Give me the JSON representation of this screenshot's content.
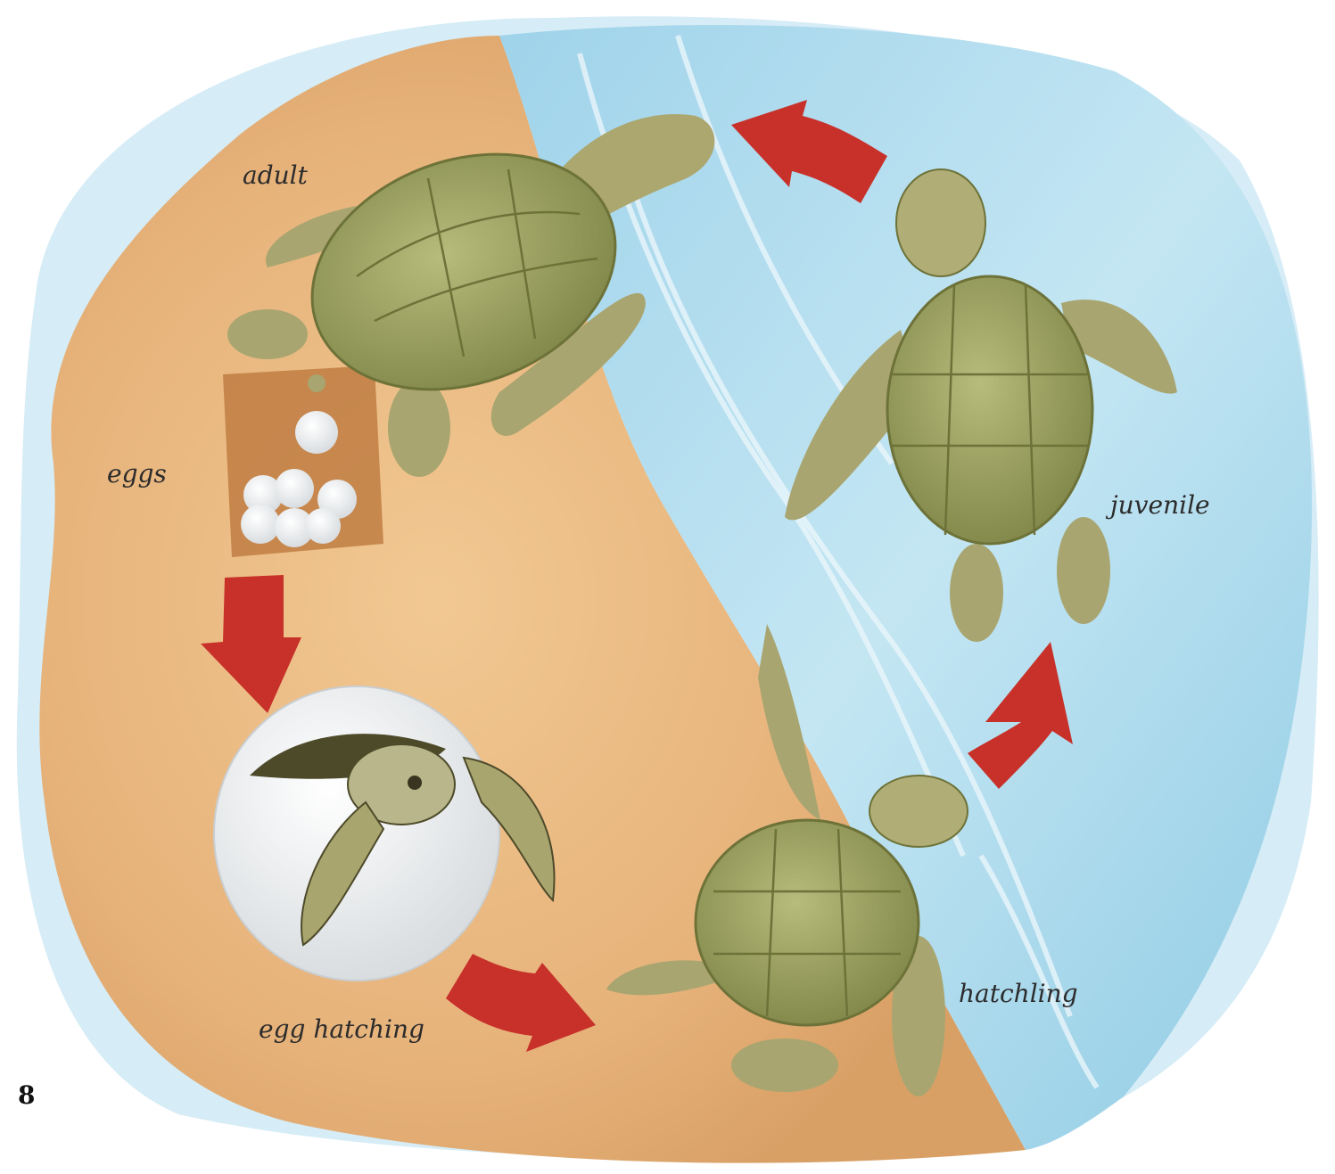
{
  "diagram": {
    "type": "cycle",
    "stages": [
      {
        "id": "adult",
        "label": "adult"
      },
      {
        "id": "eggs",
        "label": "eggs"
      },
      {
        "id": "egg-hatching",
        "label": "egg hatching"
      },
      {
        "id": "hatchling",
        "label": "hatchling"
      },
      {
        "id": "juvenile",
        "label": "juvenile"
      }
    ],
    "arrow_color": "#c8312a",
    "sand_color": "#e9b87e",
    "water_color": "#a9d8ec",
    "shell_color": "#9fa565"
  },
  "page_number": "8"
}
